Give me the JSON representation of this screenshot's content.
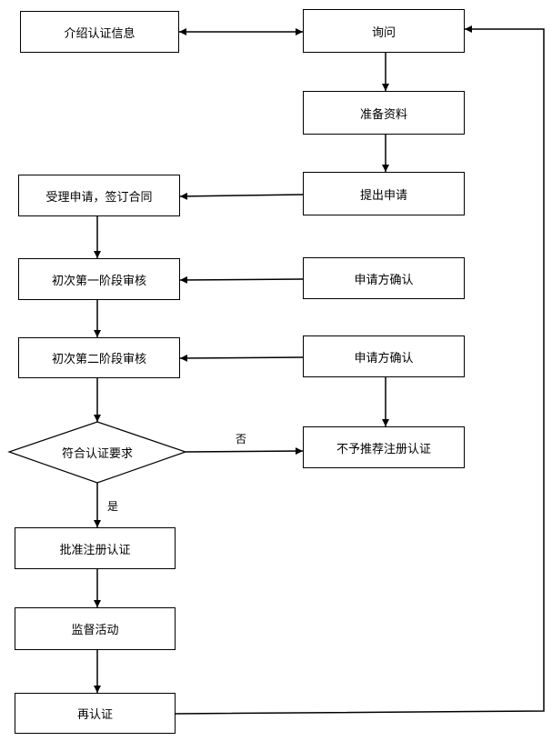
{
  "nodes": {
    "intro_info": "介绍认证信息",
    "inquiry": "询问",
    "prepare_docs": "准备资料",
    "submit_application": "提出申请",
    "accept_contract": "受理申请，签订合同",
    "stage1_review": "初次第一阶段审核",
    "applicant_confirm_1": "申请方确认",
    "stage2_review": "初次第二阶段审核",
    "applicant_confirm_2": "申请方确认",
    "meets_requirements": "符合认证要求",
    "reject_registration": "不予推荐注册认证",
    "approve_registration": "批准注册认证",
    "surveillance": "监督活动",
    "recertification": "再认证"
  },
  "edge_labels": {
    "no": "否",
    "yes": "是"
  }
}
